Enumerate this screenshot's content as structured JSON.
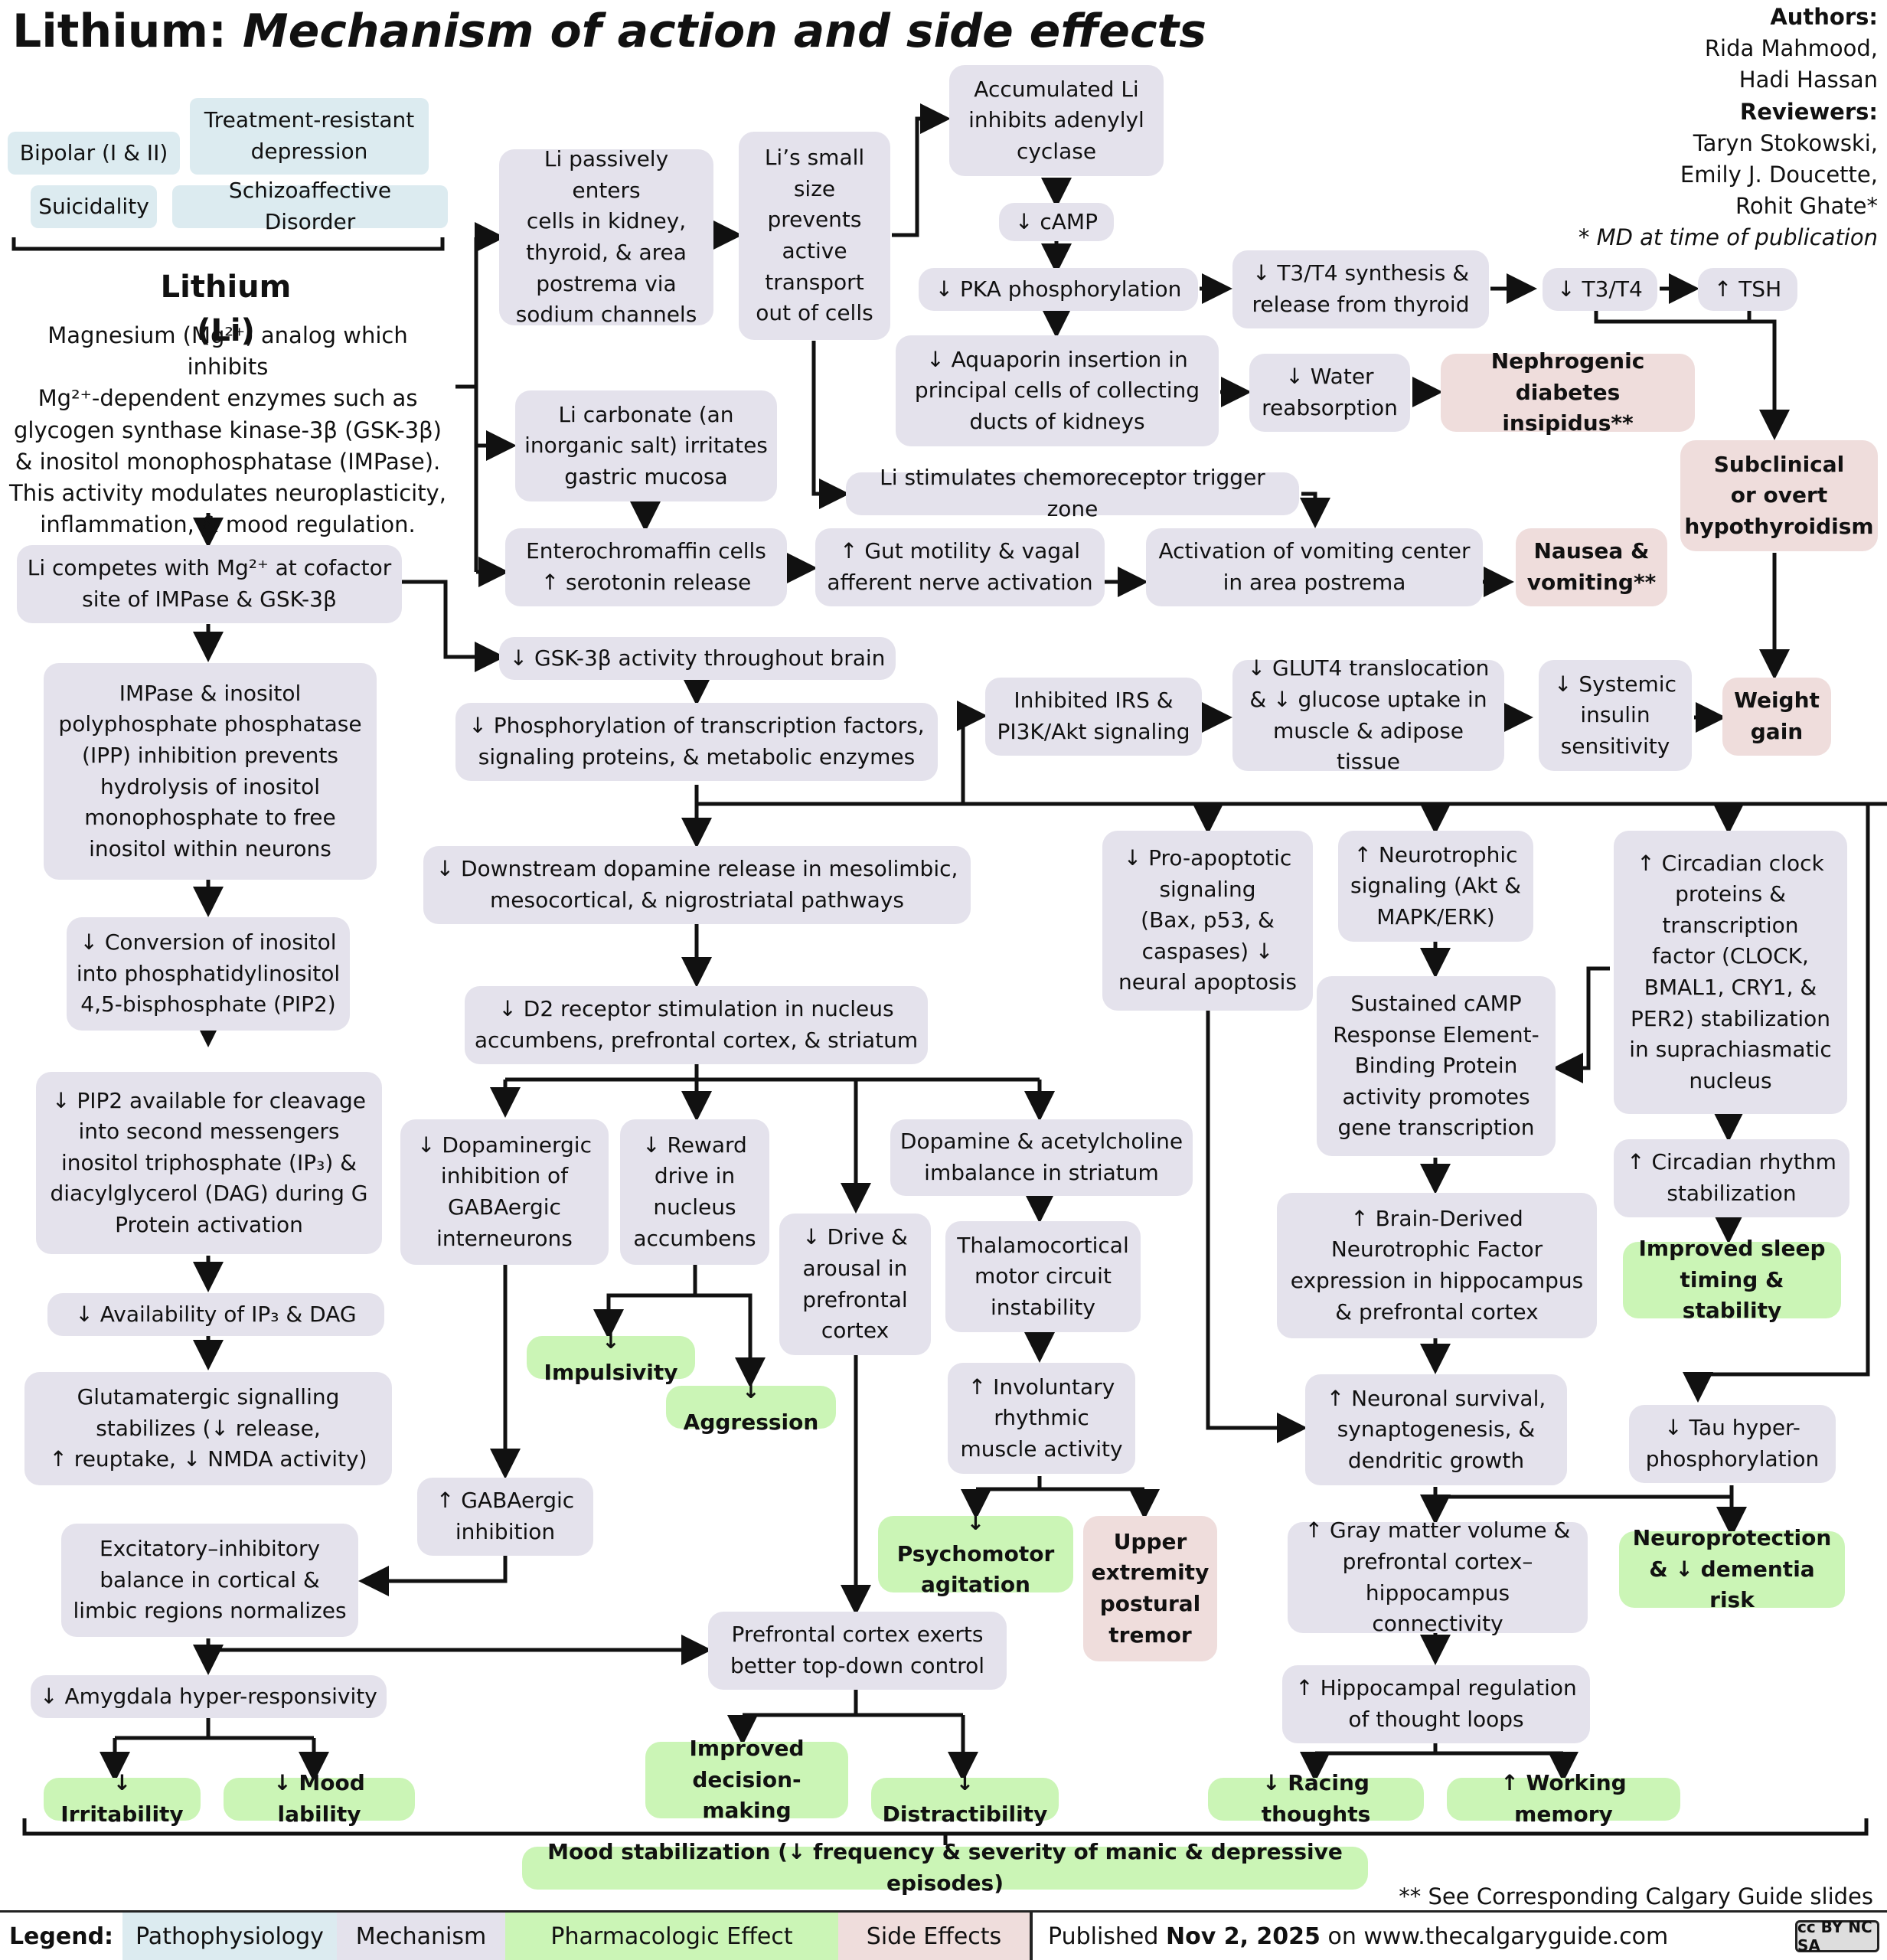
{
  "header": {
    "title_main": "Lithium:",
    "title_italic": "Mechanism of action and side effects",
    "authors_label": "Authors:",
    "authors": "Rida Mahmood,\nHadi Hassan",
    "reviewers_label": "Reviewers:",
    "reviewers": "Taryn Stokowski,\nEmily J. Doucette,\nRohit Ghate*",
    "md_note": "* MD at time of publication"
  },
  "indications": [
    "Bipolar (I & II)",
    "Treatment-resistant\ndepression",
    "Suicidality",
    "Schizoaffective Disorder"
  ],
  "lithium": {
    "name": "Lithium (Li)",
    "description": "Magnesium (Mg²⁺) analog which inhibits\nMg²⁺-dependent enzymes such as\nglycogen synthase kinase-3β (GSK-3β)\n& inositol monophosphatase (IMPase).\nThis activity modulates neuroplasticity,\ninflammation, & mood regulation."
  },
  "nodes": {
    "li_competes": "Li competes with Mg²⁺ at cofactor\nsite of IMPase & GSK-3β",
    "impase_inhibition": "IMPase & inositol\npolyphosphate phosphatase\n(IPP) inhibition prevents\nhydrolysis of inositol\nmonophosphate to free\ninositol within neurons",
    "conversion": "↓ Conversion of inositol\ninto phosphatidylinositol\n4,5-bisphosphate (PIP2)",
    "pip2": "↓ PIP2 available for cleavage\ninto second messengers\ninositol triphosphate (IP₃) &\ndiacylglycerol (DAG) during G\nProtein activation",
    "ip3_dag": "↓ Availability of IP₃ & DAG",
    "glutamatergic": "Glutamatergic signalling\nstabilizes (↓ release,\n↑ reuptake, ↓ NMDA activity)",
    "excitatory": "Excitatory–inhibitory\nbalance in cortical &\nlimbic regions normalizes",
    "amygdala": "↓ Amygdala hyper-responsivity",
    "irritability": "↓ Irritability",
    "mood_lability": "↓ Mood lability",
    "li_passive": "Li passively enters\ncells in kidney,\nthyroid, & area\npostrema via\nsodium channels",
    "li_small": "Li’s small\nsize\nprevents\nactive\ntransport\nout of cells",
    "li_carbonate": "Li carbonate (an\ninorganic salt) irritates\ngastric mucosa",
    "enterochromaffin": "Enterochromaffin cells\n↑ serotonin release",
    "gut_motility": "↑ Gut motility & vagal\nafferent nerve activation",
    "ctz": "Li stimulates chemoreceptor trigger zone",
    "vomiting_center": "Activation of vomiting center\nin area postrema",
    "nausea": "Nausea &\nvomiting**",
    "adenylyl": "Accumulated Li\ninhibits adenylyl\ncyclase",
    "camp": "↓ cAMP",
    "pka": "↓ PKA phosphorylation",
    "aquaporin": "↓ Aquaporin insertion in\nprincipal cells of collecting\nducts of kidneys",
    "water": "↓ Water\nreabsorption",
    "ndi": "Nephrogenic\ndiabetes insipidus**",
    "t3t4_synth": "↓ T3/T4 synthesis &\nrelease from thyroid",
    "t3t4": "↓ T3/T4",
    "tsh": "↑ TSH",
    "hypothyroid": "Subclinical\nor overt\nhypothyroidism",
    "weight_gain": "Weight\ngain",
    "gsk_activity": "↓ GSK-3β activity throughout brain",
    "phosphorylation": "↓ Phosphorylation of transcription factors,\nsignaling proteins, & metabolic enzymes",
    "irs": "Inhibited IRS &\nPI3K/Akt signaling",
    "glut4": "↓ GLUT4 translocation\n& ↓ glucose uptake in\nmuscle & adipose tissue",
    "insulin": "↓ Systemic\ninsulin\nsensitivity",
    "dopamine_release": "↓ Downstream dopamine release in mesolimbic,\nmesocortical, & nigrostriatal pathways",
    "d2": "↓ D2 receptor stimulation in nucleus\naccumbens, prefrontal cortex, & striatum",
    "dopaminergic_inhib": "↓ Dopaminergic\ninhibition of\nGABAergic\ninterneurons",
    "gaba_inhib": "↑ GABAergic\ninhibition",
    "reward": "↓ Reward\ndrive in\nnucleus\naccumbens",
    "impulsivity": "↓ Impulsivity",
    "aggression": "↓ Aggression",
    "drive": "↓ Drive &\narousal in\nprefrontal\ncortex",
    "da_ach": "Dopamine & acetylcholine\nimbalance in striatum",
    "thalamocortical": "Thalamocortical\nmotor circuit\ninstability",
    "involuntary": "↑ Involuntary\nrhythmic\nmuscle activity",
    "psychomotor": "↓ Psychomotor\nagitation",
    "tremor": "Upper\nextremity\npostural\ntremor",
    "prefrontal_control": "Prefrontal cortex exerts\nbetter top-down control",
    "decision": "Improved\ndecision-making",
    "distractibility": "↓ Distractibility",
    "pro_apoptotic": "↓ Pro-apoptotic\nsignaling\n(Bax, p53, &\ncaspases) ↓\nneural apoptosis",
    "neurotrophic": "↑ Neurotrophic\nsignaling (Akt &\nMAPK/ERK)",
    "creb": "Sustained cAMP\nResponse Element-\nBinding Protein\nactivity promotes\ngene transcription",
    "bdnf": "↑ Brain-Derived\nNeurotrophic Factor\nexpression in hippocampus\n& prefrontal cortex",
    "neuronal_survival": "↑ Neuronal survival,\nsynaptogenesis, &\ndendritic growth",
    "gray_matter": "↑ Gray matter volume &\nprefrontal cortex–\nhippocampus connectivity",
    "hippocampal": "↑ Hippocampal regulation\nof thought loops",
    "racing": "↓ Racing thoughts",
    "working_memory": "↑ Working memory",
    "circadian_proteins": "↑ Circadian clock\nproteins &\ntranscription\nfactor (CLOCK,\nBMAL1, CRY1, &\nPER2) stabilization\nin suprachiasmatic\nnucleus",
    "circadian_rhythm": "↑ Circadian rhythm\nstabilization",
    "sleep": "Improved sleep\ntiming & stability",
    "tau": "↓ Tau hyper-\nphosphorylation",
    "neuroprotection": "Neuroprotection\n& ↓ dementia risk",
    "mood_stabilization": "Mood stabilization (↓ frequency & severity of manic & depressive episodes)"
  },
  "footnote": "** See Corresponding Calgary Guide slides",
  "legend": {
    "label": "Legend:",
    "items": [
      {
        "label": "Pathophysiology",
        "color": "#dcebf0"
      },
      {
        "label": "Mechanism",
        "color": "#e4e2ec"
      },
      {
        "label": "Pharmacologic Effect",
        "color": "#cbf5b6"
      },
      {
        "label": "Side Effects",
        "color": "#efdddc"
      }
    ],
    "published_prefix": "Published",
    "published_date": "Nov 2, 2025",
    "published_suffix": "on www.thecalgaryguide.com"
  },
  "license_badge": "cc BY NC SA"
}
